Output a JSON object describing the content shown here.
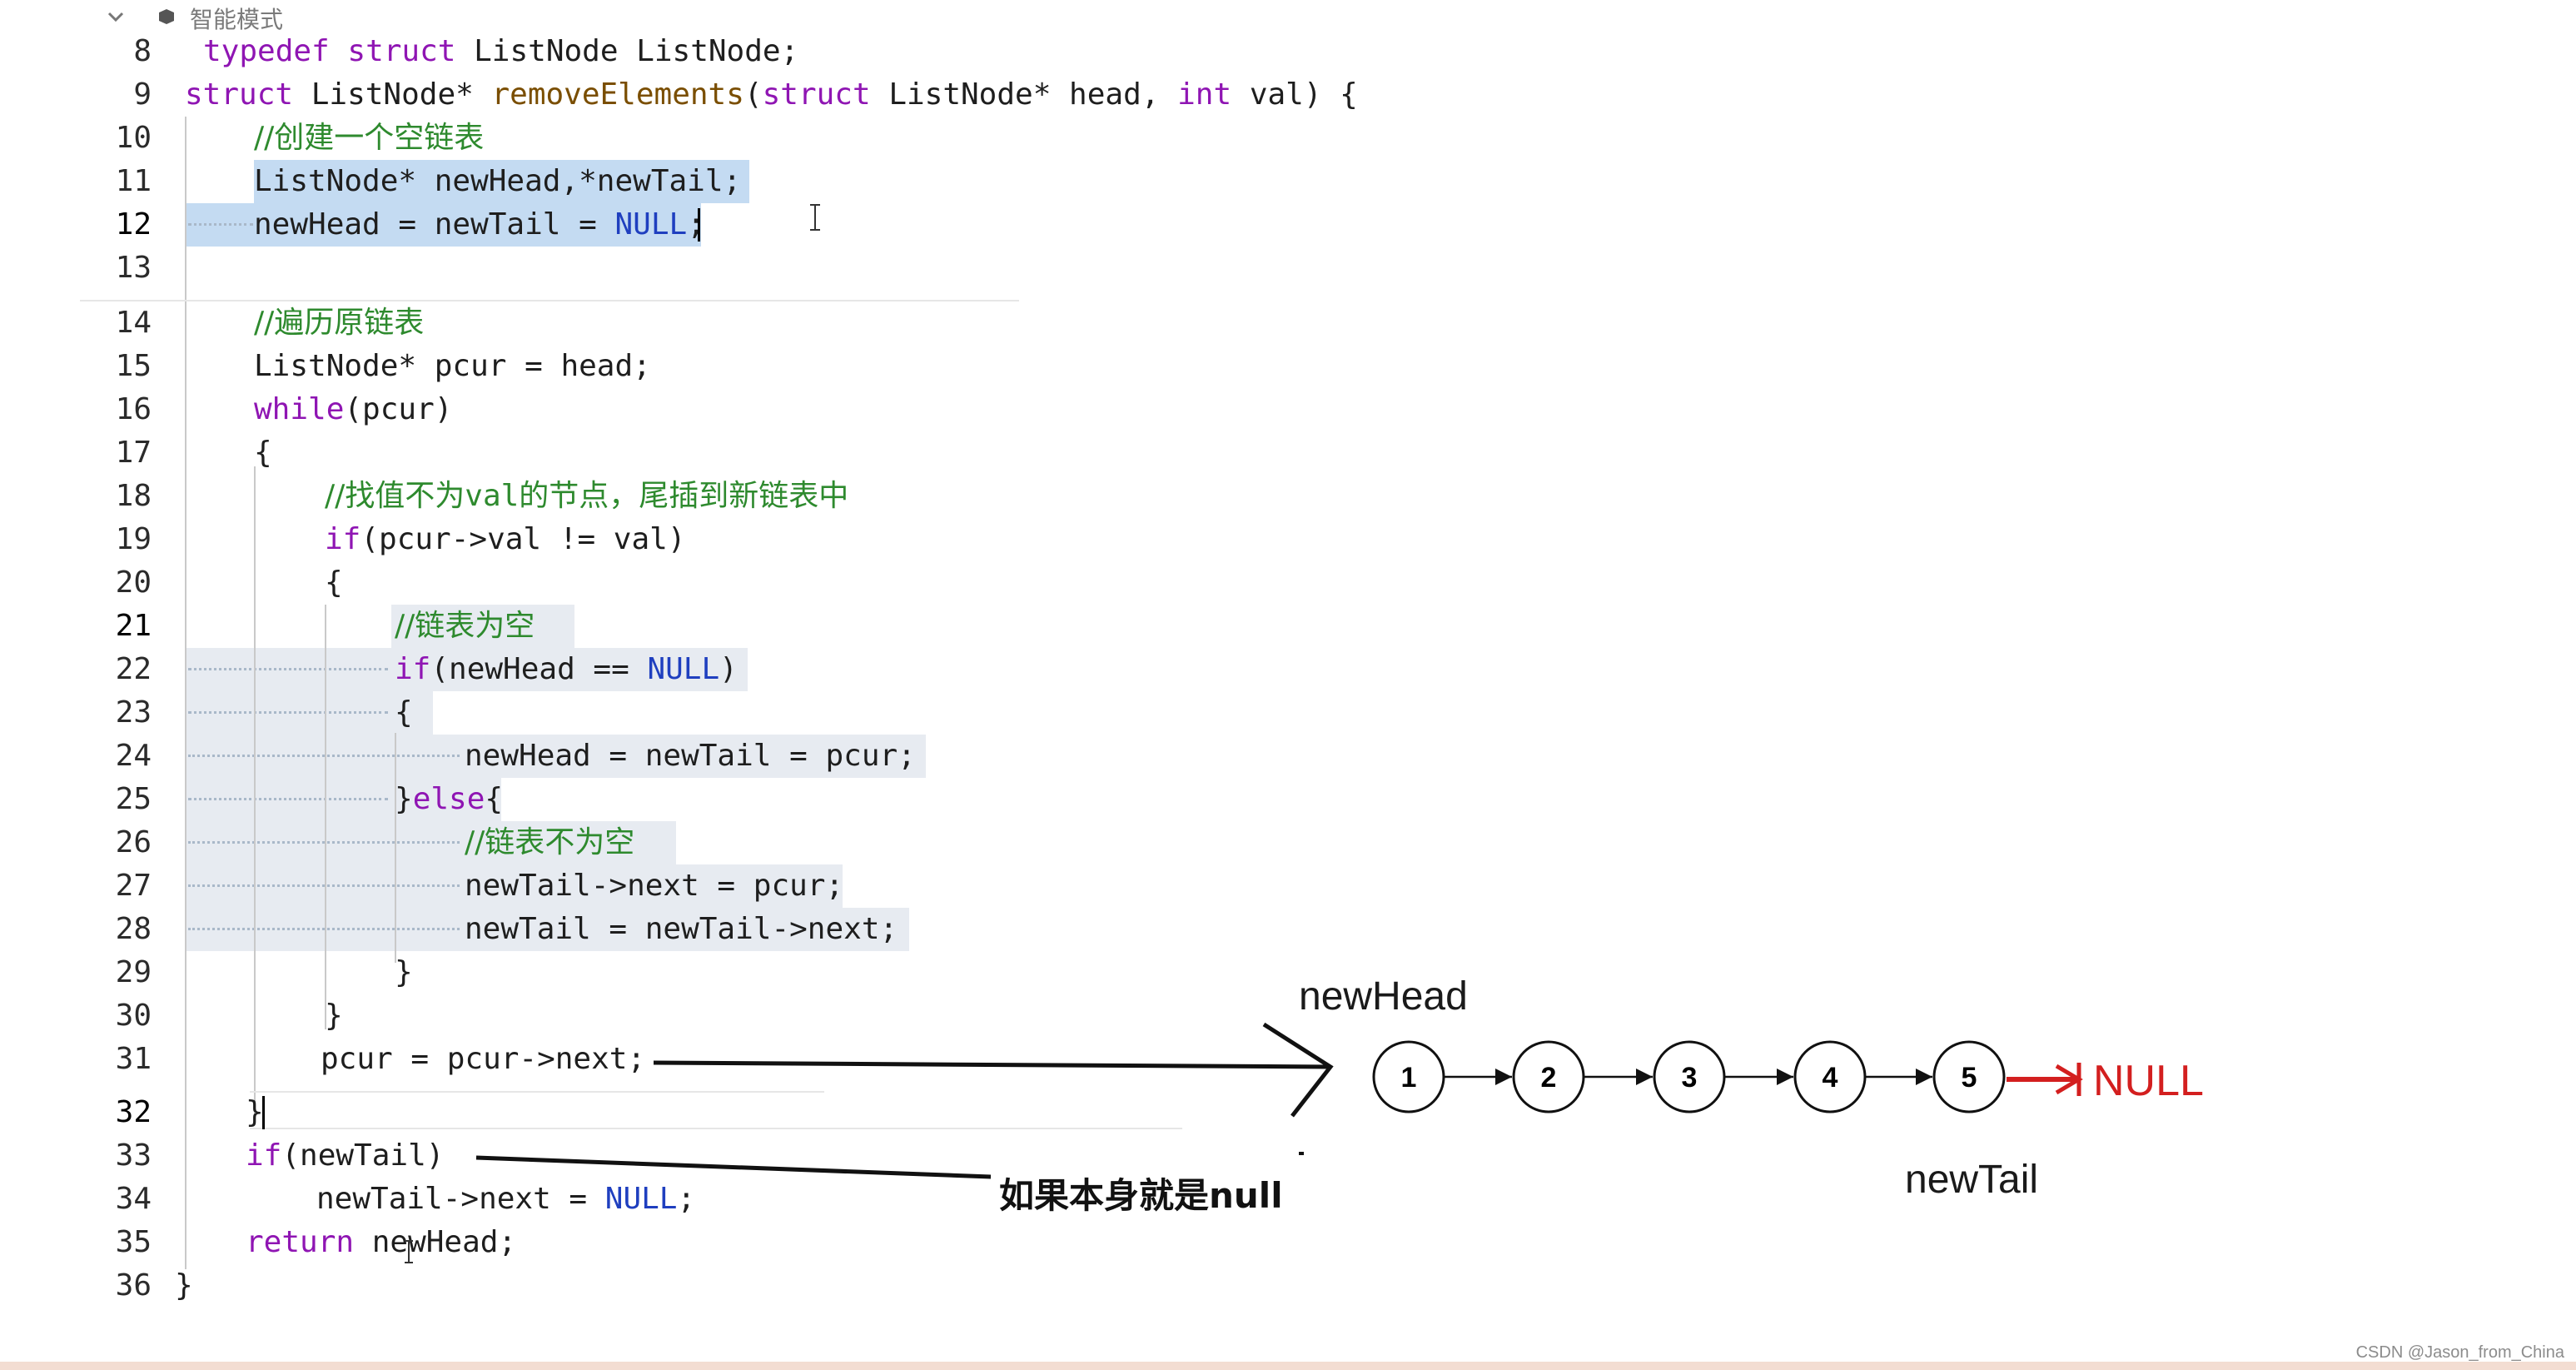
{
  "topbar": {
    "title": "智能模式",
    "chevron_icon": "chevron-down-icon",
    "mode_icon": "cube-icon"
  },
  "code_lines": [
    {
      "n": "8",
      "tokens": [
        [
          "kw",
          "typedef"
        ],
        [
          "p",
          " "
        ],
        [
          "kw",
          "struct"
        ],
        [
          "p",
          " ListNode ListNode;"
        ]
      ]
    },
    {
      "n": "9",
      "tokens": [
        [
          "kw",
          "struct"
        ],
        [
          "p",
          " ListNode* "
        ],
        [
          "fn",
          "removeElements"
        ],
        [
          "p",
          "("
        ],
        [
          "kw",
          "struct"
        ],
        [
          "p",
          " ListNode* head, "
        ],
        [
          "kw",
          "int"
        ],
        [
          "p",
          " val) {"
        ]
      ]
    },
    {
      "n": "10",
      "tokens": [
        [
          "cm",
          "//创建一个空链表"
        ]
      ]
    },
    {
      "n": "11",
      "tokens": [
        [
          "p",
          "ListNode* newHead,*newTail;"
        ]
      ]
    },
    {
      "n": "12",
      "tokens": [
        [
          "p",
          "newHead = newTail = "
        ],
        [
          "ty",
          "NULL"
        ],
        [
          "p",
          ";"
        ]
      ]
    },
    {
      "n": "13",
      "tokens": []
    },
    {
      "n": "14",
      "tokens": [
        [
          "cm",
          "//遍历原链表"
        ]
      ]
    },
    {
      "n": "15",
      "tokens": [
        [
          "p",
          "ListNode* pcur = head;"
        ]
      ]
    },
    {
      "n": "16",
      "tokens": [
        [
          "kw",
          "while"
        ],
        [
          "p",
          "(pcur)"
        ]
      ]
    },
    {
      "n": "17",
      "tokens": [
        [
          "p",
          "{"
        ]
      ]
    },
    {
      "n": "18",
      "tokens": [
        [
          "cm",
          "//找值不为"
        ],
        [
          "cmb",
          "val"
        ],
        [
          "cm",
          "的节点，尾插到新链表中"
        ]
      ]
    },
    {
      "n": "19",
      "tokens": [
        [
          "kw",
          "if"
        ],
        [
          "p",
          "(pcur->val != val)"
        ]
      ]
    },
    {
      "n": "20",
      "tokens": [
        [
          "p",
          "{"
        ]
      ]
    },
    {
      "n": "21",
      "tokens": [
        [
          "cm",
          "//链表为空"
        ]
      ]
    },
    {
      "n": "22",
      "tokens": [
        [
          "kw",
          "if"
        ],
        [
          "p",
          "(newHead == "
        ],
        [
          "ty",
          "NULL"
        ],
        [
          "p",
          ")"
        ]
      ]
    },
    {
      "n": "23",
      "tokens": [
        [
          "p",
          "{"
        ]
      ]
    },
    {
      "n": "24",
      "tokens": [
        [
          "p",
          "newHead = newTail = pcur;"
        ]
      ]
    },
    {
      "n": "25",
      "tokens": [
        [
          "p",
          "}"
        ],
        [
          "kw",
          "else"
        ],
        [
          "p",
          "{"
        ]
      ]
    },
    {
      "n": "26",
      "tokens": [
        [
          "cm",
          "//链表不为空"
        ]
      ]
    },
    {
      "n": "27",
      "tokens": [
        [
          "p",
          "newTail->next = pcur;"
        ]
      ]
    },
    {
      "n": "28",
      "tokens": [
        [
          "p",
          "newTail = newTail->next;"
        ]
      ]
    },
    {
      "n": "29",
      "tokens": [
        [
          "p",
          "}"
        ]
      ]
    },
    {
      "n": "30",
      "tokens": [
        [
          "p",
          "}"
        ]
      ]
    },
    {
      "n": "31",
      "tokens": [
        [
          "p",
          "pcur = pcur->next;"
        ]
      ]
    },
    {
      "n": "32",
      "tokens": [
        [
          "p",
          "}"
        ]
      ]
    },
    {
      "n": "33",
      "tokens": [
        [
          "kw",
          "if"
        ],
        [
          "p",
          "(newTail)"
        ]
      ]
    },
    {
      "n": "34",
      "tokens": [
        [
          "p",
          "newTail->next = "
        ],
        [
          "ty",
          "NULL"
        ],
        [
          "p",
          ";"
        ]
      ]
    },
    {
      "n": "35",
      "tokens": [
        [
          "kw",
          "return"
        ],
        [
          "p",
          " newHead;"
        ]
      ]
    },
    {
      "n": "36",
      "tokens": [
        [
          "p",
          "}"
        ]
      ]
    }
  ],
  "diagram": {
    "head_label": "newHead",
    "tail_label": "newTail",
    "nodes": [
      "1",
      "2",
      "3",
      "4",
      "5"
    ],
    "null_label": "NULL",
    "null_color": "#d31f1f"
  },
  "annotation": {
    "text": "如果本身就是null"
  },
  "watermark": "CSDN @Jason_from_China",
  "colors": {
    "keyword": "#8f15b3",
    "type_const": "#1f3fbf",
    "function": "#7a4e00",
    "comment": "#2e8a2e",
    "selection": "#c4dbf2"
  }
}
